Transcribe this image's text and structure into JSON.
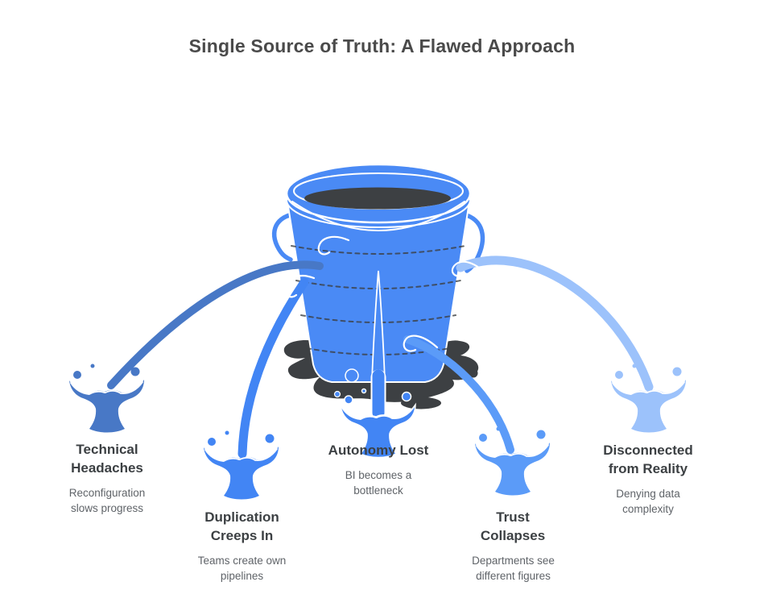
{
  "title": "Single Source of Truth: A Flawed Approach",
  "palette": {
    "bucket_blue": "#4a8af5",
    "dark_gray": "#3d4043",
    "outline_white": "#ffffff"
  },
  "leaks": [
    {
      "heading": "Technical Headaches",
      "subtext": "Reconfiguration slows progress",
      "color": "#4878c6"
    },
    {
      "heading": "Duplication Creeps In",
      "subtext": "Teams create own pipelines",
      "color": "#4285f4"
    },
    {
      "heading": "Autonomy Lost",
      "subtext": "BI becomes a bottleneck",
      "color": "#4285f4"
    },
    {
      "heading": "Trust Collapses",
      "subtext": "Departments see different figures",
      "color": "#5b9bf8"
    },
    {
      "heading": "Disconnected from Reality",
      "subtext": "Denying data complexity",
      "color": "#9cc2fb"
    }
  ]
}
